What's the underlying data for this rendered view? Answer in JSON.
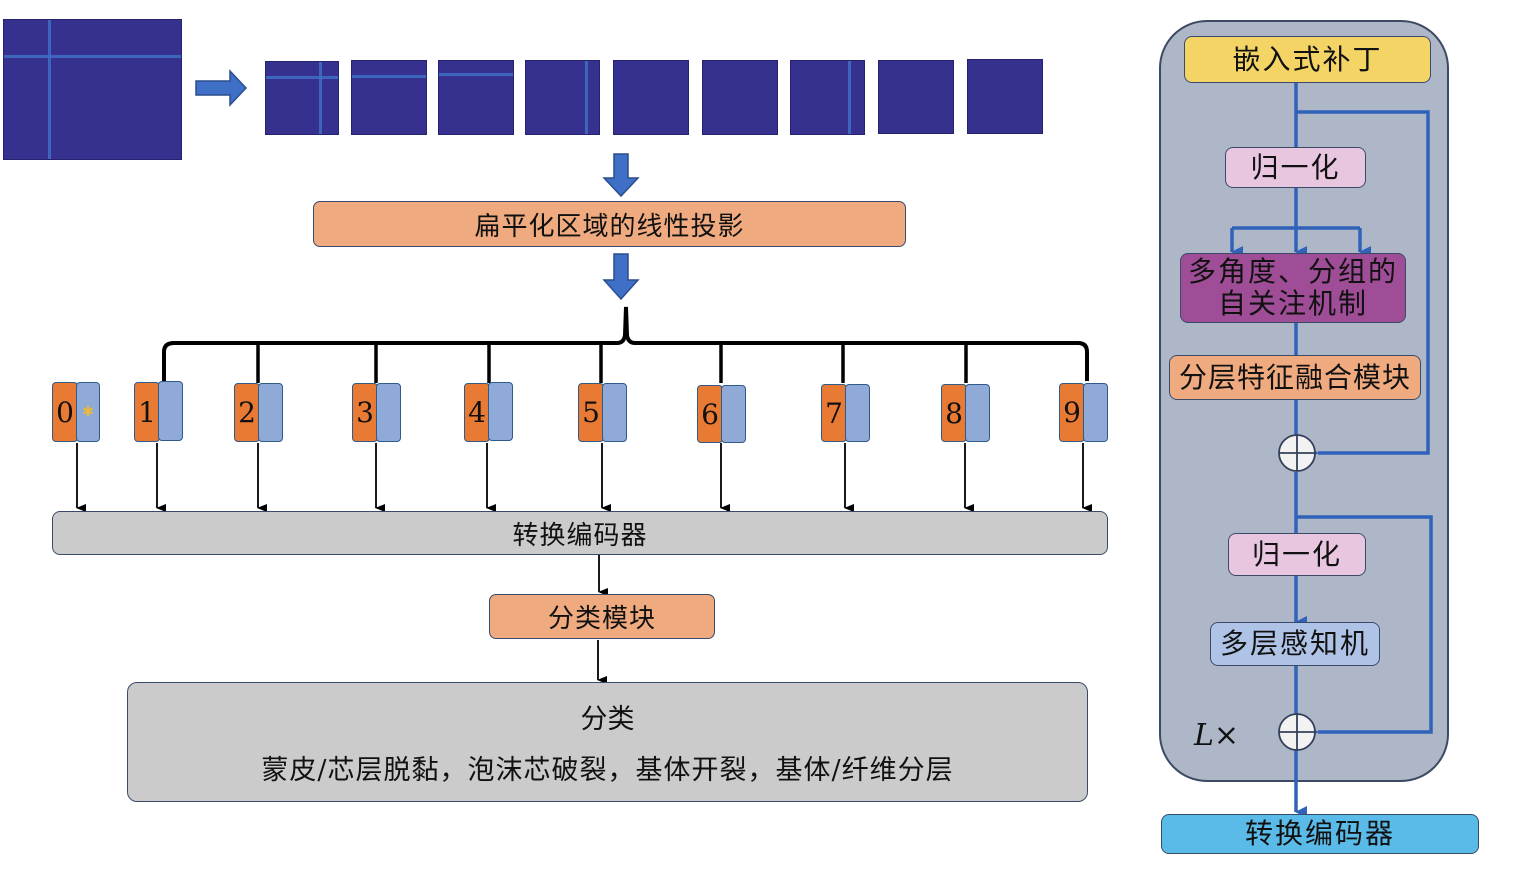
{
  "left": {
    "input_image_label": "",
    "patches_count": 9,
    "projection_label": "扁平化区域的线性投影",
    "tokens": [
      {
        "index": "0",
        "special": true
      },
      {
        "index": "1"
      },
      {
        "index": "2"
      },
      {
        "index": "3"
      },
      {
        "index": "4"
      },
      {
        "index": "5"
      },
      {
        "index": "6"
      },
      {
        "index": "7"
      },
      {
        "index": "8"
      },
      {
        "index": "9"
      }
    ],
    "cls_marker": "✱",
    "encoder_label": "转换编码器",
    "classifier_label": "分类模块",
    "output_title": "分类",
    "output_classes": "蒙皮/芯层脱黏，泡沫芯破裂，基体开裂，基体/纤维分层"
  },
  "right": {
    "embedded_patches": "嵌入式补丁",
    "norm1": "归一化",
    "attention_line1": "多角度、分组的",
    "attention_line2": "自关注机制",
    "fusion": "分层特征融合模块",
    "norm2": "归一化",
    "mlp": "多层感知机",
    "repeat_label": "L×",
    "output": "转换编码器"
  },
  "colors": {
    "patch": "#36318f",
    "patch_line": "#3f6fc7",
    "orange_box": "#efab7f",
    "token_orange": "#e87a33",
    "token_blue": "#90aad8",
    "gray_box": "#cbcbcb",
    "panel": "#aeb7c8",
    "yellow": "#f5d466",
    "pink": "#e9c6e0",
    "purple": "#a04d98",
    "blue_box": "#aec3e6",
    "cyan": "#5bbbe8",
    "flow_line": "#2f62b8"
  }
}
